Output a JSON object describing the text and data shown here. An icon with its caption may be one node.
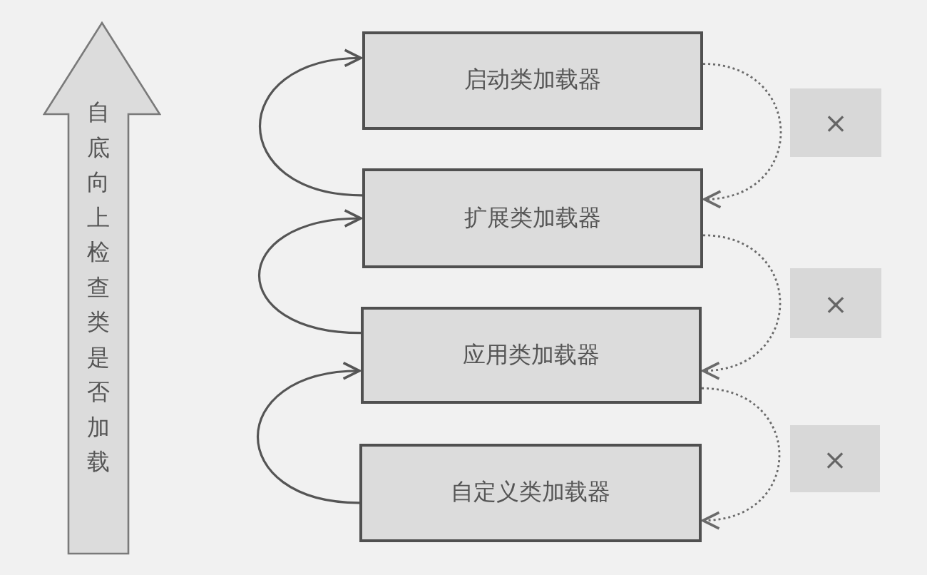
{
  "diagram": {
    "nodes": [
      {
        "text": [
          "自底向上检查类是否加载"
        ]
      },
      {
        "text": [
          "启动类加载器"
        ]
      },
      {
        "text": [
          "扩展类加载器"
        ]
      },
      {
        "text": [
          "应用类加载器"
        ]
      },
      {
        "text": [
          "自定义类加载器"
        ]
      },
      {
        "text": [
          "×"
        ]
      },
      {
        "text": [
          "×"
        ]
      },
      {
        "text": [
          "×"
        ]
      }
    ],
    "edges": [
      {
        "from": 2,
        "to": 1,
        "arrow": "to"
      },
      {
        "from": 3,
        "to": 2,
        "arrow": "to"
      },
      {
        "from": 4,
        "to": 3,
        "arrow": "to"
      },
      {
        "from": 1,
        "to": 2,
        "arrow": "to",
        "style": "dashed"
      },
      {
        "from": 2,
        "to": 3,
        "arrow": "to",
        "style": "dashed"
      },
      {
        "from": 3,
        "to": 4,
        "arrow": "to",
        "style": "dashed"
      }
    ]
  }
}
